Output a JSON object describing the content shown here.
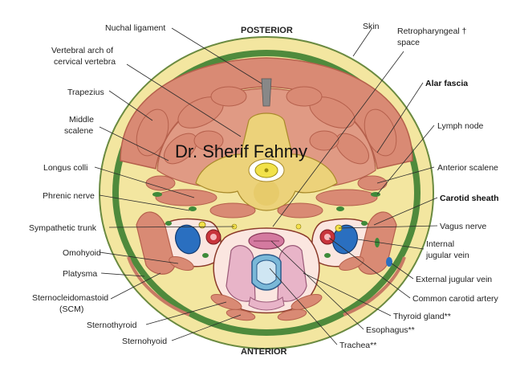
{
  "orientation": {
    "top": "POSTERIOR",
    "bottom": "ANTERIOR"
  },
  "watermark": "Dr. Sherif Fahmy",
  "labels_left": [
    {
      "id": "nuchal-ligament",
      "text": "Nuchal ligament"
    },
    {
      "id": "vertebral-arch",
      "lines": [
        "Vertebral arch of",
        "cervical vertebra"
      ]
    },
    {
      "id": "trapezius",
      "text": "Trapezius"
    },
    {
      "id": "middle-scalene",
      "lines": [
        "Middle",
        "scalene"
      ]
    },
    {
      "id": "longus-colli",
      "text": "Longus colli"
    },
    {
      "id": "phrenic-nerve",
      "text": "Phrenic nerve"
    },
    {
      "id": "sympathetic-trunk",
      "text": "Sympathetic trunk"
    },
    {
      "id": "omohyoid",
      "text": "Omohyoid"
    },
    {
      "id": "platysma",
      "text": "Platysma"
    },
    {
      "id": "sternocleidomastoid",
      "lines": [
        "Sternocleidomastoid",
        "(SCM)"
      ]
    },
    {
      "id": "sternothyroid",
      "text": "Sternothyroid"
    },
    {
      "id": "sternohyoid",
      "text": "Sternohyoid"
    }
  ],
  "labels_right": [
    {
      "id": "skin",
      "text": "Skin"
    },
    {
      "id": "retropharyngeal-space",
      "lines": [
        "Retropharyngeal †",
        "space"
      ]
    },
    {
      "id": "alar-fascia",
      "text": "Alar fascia",
      "bold": true
    },
    {
      "id": "lymph-node",
      "text": "Lymph node"
    },
    {
      "id": "anterior-scalene",
      "text": "Anterior scalene"
    },
    {
      "id": "carotid-sheath",
      "text": "Carotid sheath",
      "bold": true
    },
    {
      "id": "vagus-nerve",
      "text": "Vagus nerve"
    },
    {
      "id": "internal-jugular-vein",
      "lines": [
        "Internal",
        "jugular vein"
      ]
    },
    {
      "id": "external-jugular-vein",
      "text": "External jugular vein"
    },
    {
      "id": "common-carotid-artery",
      "text": "Common carotid artery"
    },
    {
      "id": "thyroid-gland",
      "text": "Thyroid gland**"
    },
    {
      "id": "esophagus",
      "text": "Esophagus**"
    },
    {
      "id": "trachea",
      "text": "Trachea**"
    }
  ],
  "colors": {
    "skin_ring": "#f3e6a0",
    "fascia_green": "#4f8a3c",
    "muscle": "#d98a74",
    "muscle_stroke": "#b5604c",
    "bone": "#ecd27a",
    "spinal_cord": "#f2e24a",
    "thyroid": "#e8b4c8",
    "esophagus": "#d47aa0",
    "trachea": "#7ab8d8",
    "vein_blue": "#2a6fc0",
    "artery_red": "#c8343c",
    "nerve_yellow": "#f5e24a",
    "node_green": "#3f8a3a"
  }
}
